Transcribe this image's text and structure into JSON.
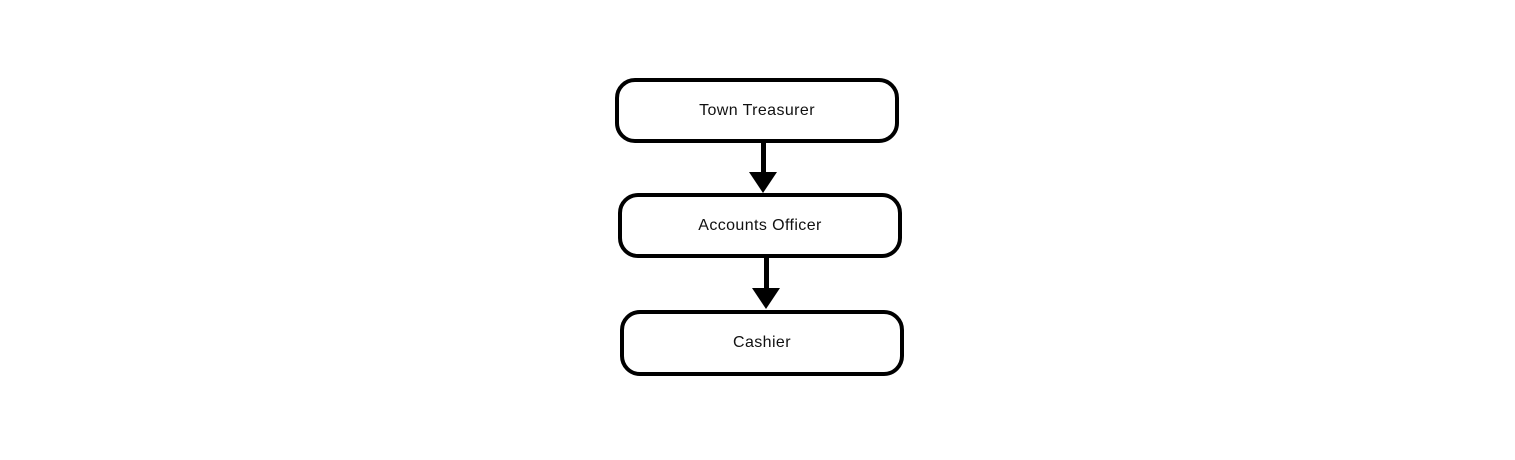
{
  "diagram": {
    "type": "flowchart",
    "orientation": "top-down",
    "background_color": "#ffffff",
    "node_fill_color": "#ffffff",
    "node_border_color": "#000000",
    "text_color": "#111111",
    "arrow_color": "#000000",
    "nodes": [
      {
        "id": "town-treasurer",
        "label": "Town Treasurer"
      },
      {
        "id": "accounts-officer",
        "label": "Accounts Officer"
      },
      {
        "id": "cashier",
        "label": "Cashier"
      }
    ],
    "edges": [
      {
        "from": "Town Treasurer",
        "to": "Accounts Officer",
        "style": "solid-arrow-down"
      },
      {
        "from": "Accounts Officer",
        "to": "Cashier",
        "style": "solid-arrow-down"
      }
    ]
  }
}
